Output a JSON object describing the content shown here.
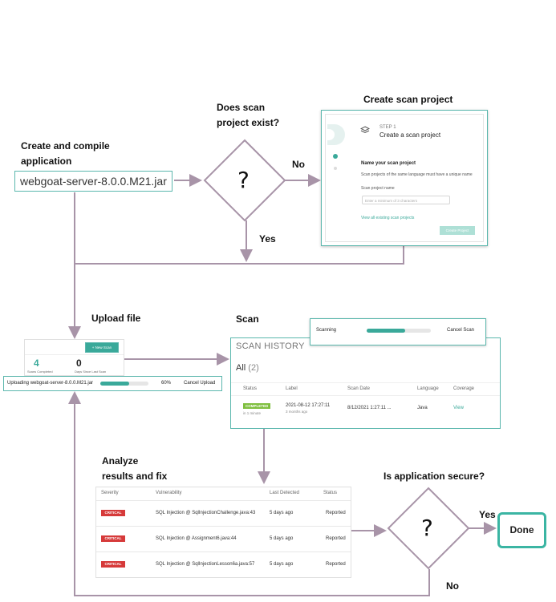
{
  "labels": {
    "create_compile_1": "Create and compile",
    "create_compile_2": "application",
    "does_scan_1": "Does scan",
    "does_scan_2": "project exist?",
    "create_scan_project": "Create scan project",
    "upload_file": "Upload file",
    "scan": "Scan",
    "analyze_1": "Analyze",
    "analyze_2": "results and fix",
    "is_secure": "Is application secure?"
  },
  "edges": {
    "no1": "No",
    "yes1": "Yes",
    "yes2": "Yes",
    "no2": "No"
  },
  "decision_mark": "?",
  "jar_file": "webgoat-server-8.0.0.M21.jar",
  "create_card": {
    "step": "STEP 1",
    "title": "Create a scan project",
    "name_heading": "Name your scan project",
    "hint": "Scan projects of the same language must have a unique name",
    "field_label": "Scan project name",
    "placeholder": "Enter a minimum of 3 characters",
    "link": "View all existing scan projects",
    "button": "Create Project"
  },
  "upload": {
    "new_scan": "+ New Scan",
    "stat1_value": "4",
    "stat1_label": "Scans Completed",
    "stat2_value": "0",
    "stat2_label": "Days Since Last Scan",
    "bar_text": "Uploading webgoat-server-8.0.0.M21.jar",
    "percent": "60%",
    "progress": 0.6,
    "cancel": "Cancel Upload"
  },
  "scanning": {
    "label": "Scanning",
    "cancel": "Cancel Scan",
    "progress": 0.6
  },
  "scan_history": {
    "title": "SCAN HISTORY",
    "all": "All",
    "count": "(2)",
    "headers": [
      "Status",
      "Label",
      "Scan Date",
      "Language",
      "Coverage"
    ],
    "row": {
      "status": "COMPLETED",
      "status_sub": "in 1 minute",
      "label": "2021-08-12 17:27:11",
      "label_sub": "3 months ago",
      "date": "8/12/2021 1:27:11 ...",
      "language": "Java",
      "coverage": "View"
    }
  },
  "results": {
    "headers": [
      "Severity",
      "Vulnerability",
      "Last Detected",
      "Status"
    ],
    "rows": [
      {
        "severity": "CRITICAL",
        "vuln": "SQL Injection @ SqlInjectionChallenge.java:43",
        "last": "5 days ago",
        "status": "Reported"
      },
      {
        "severity": "CRITICAL",
        "vuln": "SQL Injection @ Assignment6.java:44",
        "last": "5 days ago",
        "status": "Reported"
      },
      {
        "severity": "CRITICAL",
        "vuln": "SQL Injection @ SqlInjectionLesson6a.java:57",
        "last": "5 days ago",
        "status": "Reported"
      }
    ]
  },
  "done": "Done",
  "colors": {
    "connector": "#a894a8",
    "accent": "#3bb5a3",
    "critical": "#d63a3a",
    "completed": "#7fbf3f"
  }
}
